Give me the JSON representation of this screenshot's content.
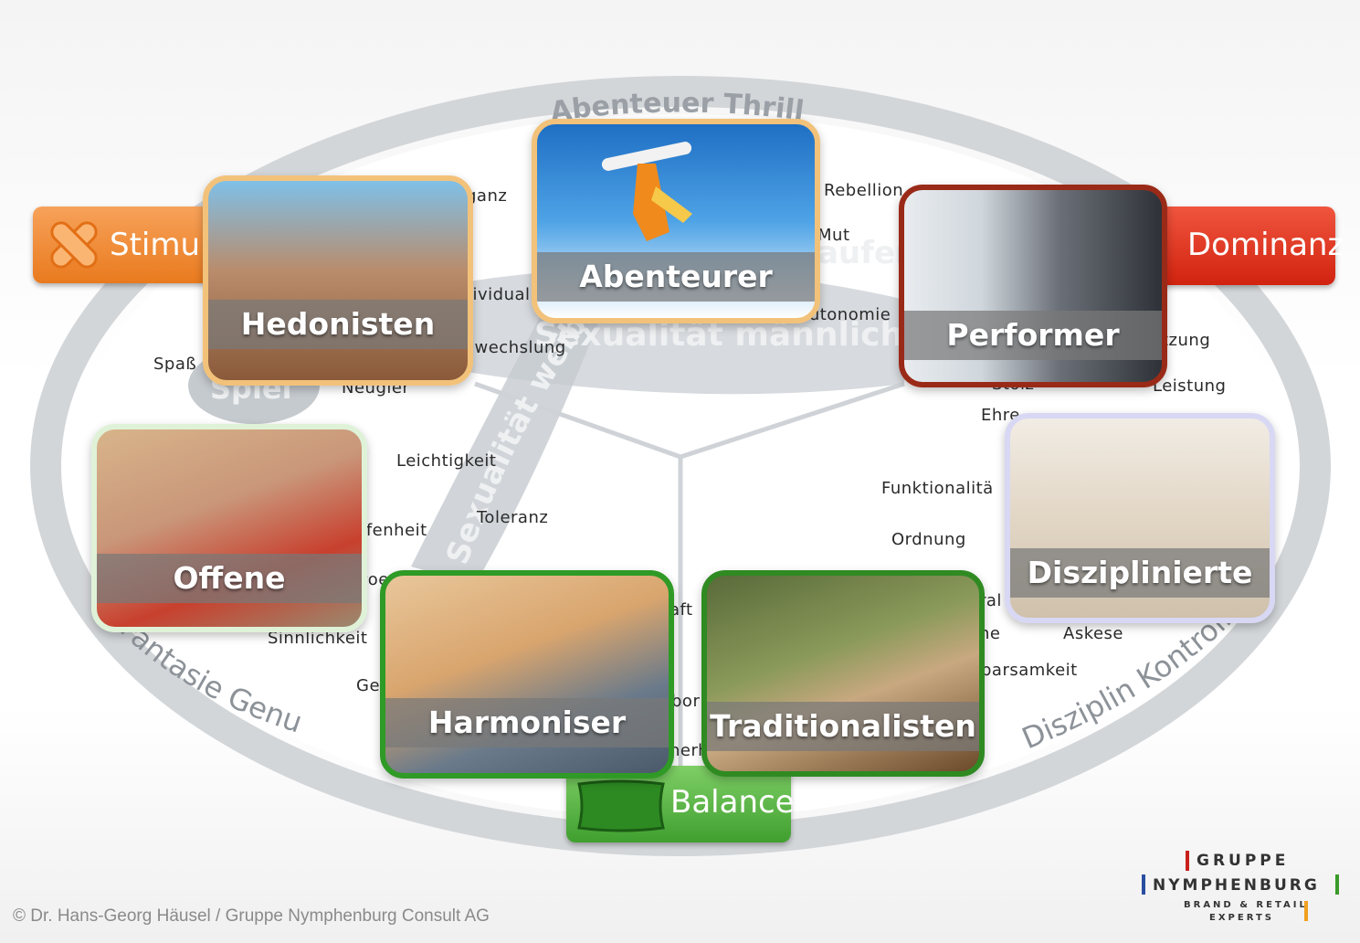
{
  "ring_labels": {
    "top": "Abenteuer Thrill",
    "left": "Fantasie Genuss",
    "right": "Disziplin Kontrolle",
    "female": "Sexualität weiblich",
    "male": "Sexualität männlich",
    "spiel": "Spiel",
    "kaufen": "aufen"
  },
  "tabs": {
    "stimulanz": "Stimulanz",
    "dominanz": "Dominanz",
    "balance": "Balance"
  },
  "segments": [
    {
      "key": "hedonisten",
      "label": "Hedonisten"
    },
    {
      "key": "abenteurer",
      "label": "Abenteurer"
    },
    {
      "key": "performer",
      "label": "Performer"
    },
    {
      "key": "offene",
      "label": "Offene"
    },
    {
      "key": "disziplinierte",
      "label": "Disziplinierte"
    },
    {
      "key": "harmoniser",
      "label": "Harmoniser"
    },
    {
      "key": "traditionalisten",
      "label": "Traditionalisten"
    }
  ],
  "words": [
    {
      "key": "eleganz",
      "text": "ganz"
    },
    {
      "key": "individual",
      "text": "lividual"
    },
    {
      "key": "abwechslung",
      "text": "owechslung"
    },
    {
      "key": "spass",
      "text": "Spaß"
    },
    {
      "key": "neugier",
      "text": "Neugier"
    },
    {
      "key": "leichtigkeit",
      "text": "Leichtigkeit"
    },
    {
      "key": "toleranz",
      "text": "Toleranz"
    },
    {
      "key": "offenheit",
      "text": "ffenheit"
    },
    {
      "key": "poesie",
      "text": "Poe"
    },
    {
      "key": "sinnlichkeit",
      "text": "Sinnlichkeit"
    },
    {
      "key": "geborgenheit",
      "text": "Ge"
    },
    {
      "key": "rebellion",
      "text": "Rebellion"
    },
    {
      "key": "mut",
      "text": "Mut"
    },
    {
      "key": "autonomie",
      "text": "Autonomie"
    },
    {
      "key": "durchsetzung",
      "text": "tzung"
    },
    {
      "key": "leistung",
      "text": "Leistung"
    },
    {
      "key": "stolz",
      "text": "Stolz"
    },
    {
      "key": "ehre",
      "text": "Ehre"
    },
    {
      "key": "funktionalitaet",
      "text": "Funktionalitä"
    },
    {
      "key": "ordnung",
      "text": "Ordnung"
    },
    {
      "key": "moral",
      "text": "ral"
    },
    {
      "key": "bewaehrtes",
      "text": "ne"
    },
    {
      "key": "askese",
      "text": "Askese"
    },
    {
      "key": "sparsamkeit",
      "text": "parsamkeit"
    },
    {
      "key": "kraft",
      "text": "aft"
    },
    {
      "key": "geborgen2",
      "text": "bor"
    },
    {
      "key": "sicherheit",
      "text": "nerh"
    }
  ],
  "footer": {
    "credit": "© Dr. Hans-Georg Häusel / Gruppe Nymphenburg Consult AG",
    "logo_line1": "GRUPPE",
    "logo_line2": "NYMPHENBURG",
    "logo_line3": "BRAND & RETAIL",
    "logo_line4": "EXPERTS"
  },
  "colors": {
    "stimulanz": "#f08a2c",
    "dominanz": "#e0321f",
    "balance": "#4fae3a",
    "ring": "#d0d3d6",
    "frame_hedonisten": "#f2c27a",
    "frame_abenteurer": "#f2c27a",
    "frame_performer": "#9a2a18",
    "frame_offene": "#dff2d8",
    "frame_disziplinierte": "#d8d8f4",
    "frame_harmoniser": "#2f9a25",
    "frame_traditionalisten": "#2f8a22"
  }
}
